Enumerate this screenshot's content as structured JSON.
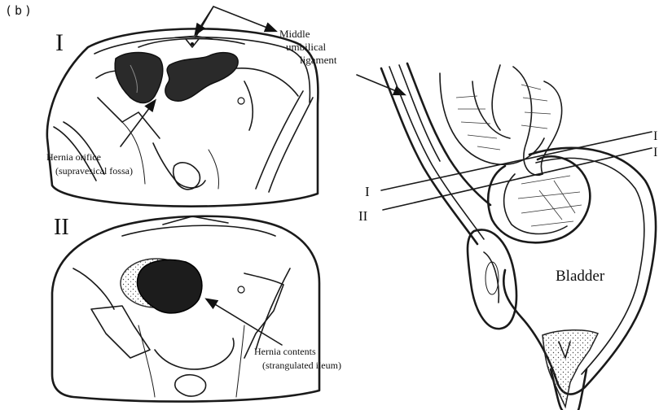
{
  "panel_label": "(b)",
  "section_i": "I",
  "section_ii": "II",
  "callouts": {
    "middle_umbilical_ligament": [
      "Middle",
      "umbilical",
      "ligament"
    ],
    "hernia_orifice": [
      "Hernia orifice",
      "(supravesical fossa)"
    ],
    "hernia_contents": [
      "Hernia contents",
      "(strangulated ileum)"
    ]
  },
  "sagittal": {
    "bladder": "Bladder",
    "line_i_left": "I",
    "line_ii_left": "II",
    "line_i_right": "I",
    "line_ii_right": "I"
  }
}
